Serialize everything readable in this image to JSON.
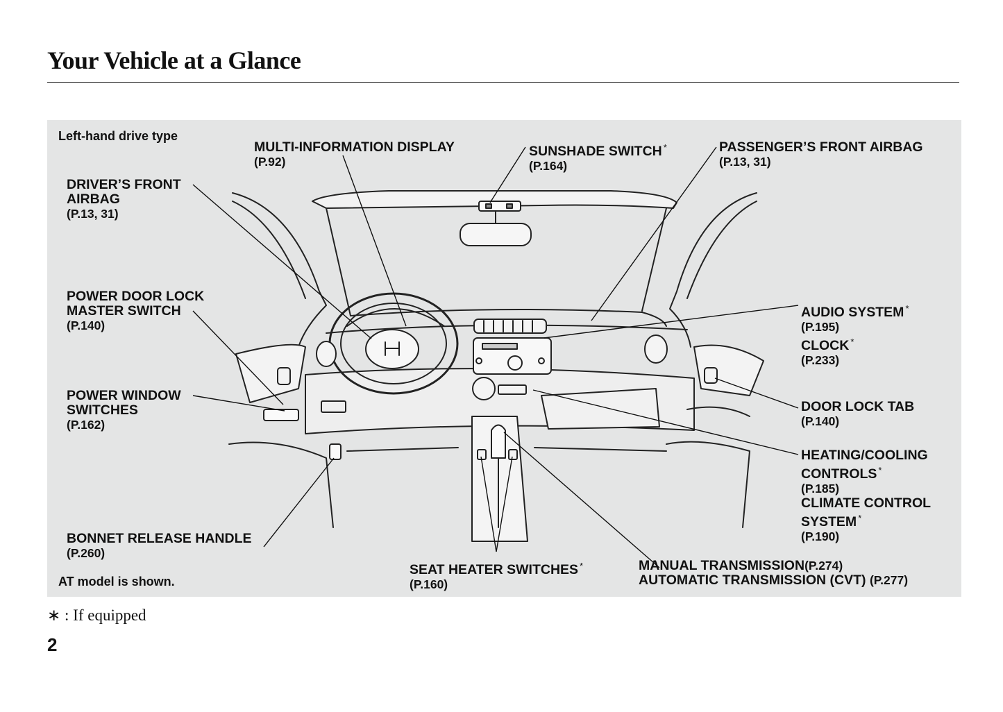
{
  "page": {
    "title": "Your Vehicle at a Glance",
    "page_number": "2",
    "footnote": {
      "symbol": "∗",
      "separator": ":",
      "text": "If equipped"
    }
  },
  "diagram": {
    "drive_type": "Left-hand drive type",
    "model_note": "AT model is shown.",
    "asterisk": "*",
    "labels": {
      "multi_info": {
        "line1": "MULTI-INFORMATION DISPLAY",
        "page": "(P.92)"
      },
      "sunshade": {
        "line1": "SUNSHADE SWITCH",
        "page": "(P.164)"
      },
      "passenger_airbag": {
        "line1": "PASSENGER’S FRONT AIRBAG",
        "page": "(P.13, 31)"
      },
      "driver_airbag": {
        "line1": "DRIVER’S FRONT",
        "line2": "AIRBAG",
        "page": "(P.13, 31)"
      },
      "door_lock_master": {
        "line1": "POWER DOOR LOCK",
        "line2": "MASTER SWITCH",
        "page": "(P.140)"
      },
      "power_window": {
        "line1": "POWER WINDOW",
        "line2": "SWITCHES",
        "page": "(P.162)"
      },
      "bonnet": {
        "line1": "BONNET RELEASE HANDLE",
        "page": "(P.260)"
      },
      "audio": {
        "line1": "AUDIO SYSTEM",
        "page1": "(P.195)",
        "line2": "CLOCK",
        "page2": "(P.233)"
      },
      "door_lock_tab": {
        "line1": "DOOR LOCK TAB",
        "page": "(P.140)"
      },
      "heating": {
        "line1": "HEATING/COOLING",
        "line2": "CONTROLS",
        "page1": "(P.185)",
        "line3": "CLIMATE CONTROL",
        "line4": "SYSTEM",
        "page2": "(P.190)"
      },
      "seat_heater": {
        "line1": "SEAT HEATER SWITCHES",
        "page": "(P.160)"
      },
      "transmission": {
        "line1": "MANUAL TRANSMISSION",
        "page1": "(P.274)",
        "line2": "AUTOMATIC TRANSMISSION (CVT)",
        "page2": "(P.277)"
      }
    }
  }
}
